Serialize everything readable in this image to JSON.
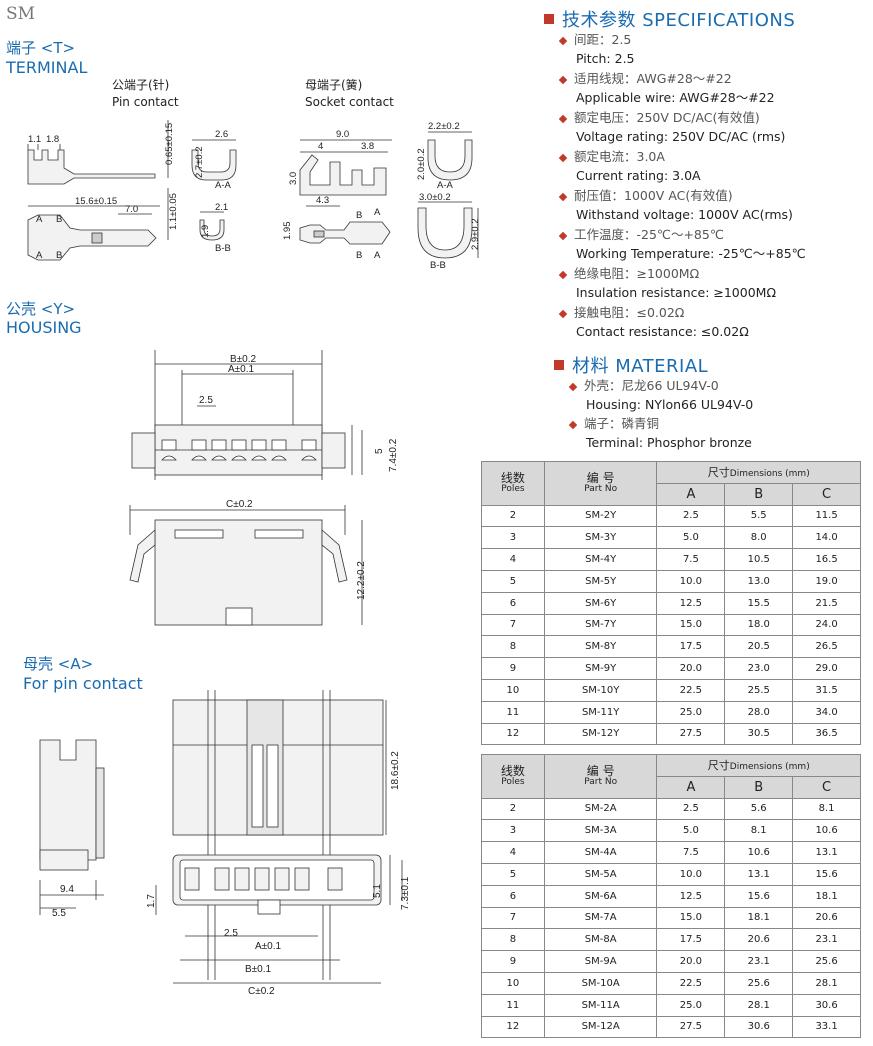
{
  "series_code": "SM",
  "terminal": {
    "title_cn": "端子 <T>",
    "title_en": "TERMINAL",
    "pin_cn": "公端子(针)",
    "pin_en": "Pin contact",
    "socket_cn": "母端子(簧)",
    "socket_en": "Socket contact",
    "dims": {
      "d1": "1.1",
      "d2": "1.8",
      "d3": "0.65±0.15",
      "d4": "15.6±0.15",
      "d5": "7.0",
      "d6": "1.1±0.05",
      "d7": "2.6",
      "d8": "2.7±0.2",
      "d9": "2.1",
      "d10": "1.9",
      "d11": "9.0",
      "d12": "4",
      "d13": "3.8",
      "d14": "3.0",
      "d15": "4.3",
      "d16": "1.95",
      "d17": "2.2±0.2",
      "d18": "2.0±0.2",
      "d19": "3.0±0.2",
      "d20": "2.9±0.2"
    },
    "sec_aa": "A-A",
    "sec_bb": "B-B",
    "mark_a": "A",
    "mark_b": "B"
  },
  "housing": {
    "title_cn": "公壳 <Y>",
    "title_en": "HOUSING",
    "dims": {
      "b": "B±0.2",
      "a": "A±0.1",
      "p": "2.5",
      "h1": "5",
      "h2": "7.4±0.2",
      "c": "C±0.2",
      "h3": "12.2±0.2"
    }
  },
  "female": {
    "title_cn": "母壳 <A>",
    "title_en": "For pin contact",
    "dims": {
      "w1": "9.4",
      "w2": "5.5",
      "h1": "18.6±0.2",
      "t": "1.7",
      "h2": "5.1",
      "h3": "7.3±0.1",
      "p": "2.5",
      "a": "A±0.1",
      "b": "B±0.1",
      "c": "C±0.2"
    }
  },
  "specs": {
    "title": "技术参数 SPECIFICATIONS",
    "items": [
      {
        "cn": "间距：2.5",
        "en": "Pitch: 2.5"
      },
      {
        "cn": "适用线规：AWG#28～#22",
        "en": "Applicable wire: AWG#28～#22"
      },
      {
        "cn": "额定电压：250V DC/AC(有效值)",
        "en": "Voltage rating: 250V DC/AC (rms)"
      },
      {
        "cn": "额定电流：3.0A",
        "en": "Current rating: 3.0A"
      },
      {
        "cn": "耐压值：1000V AC(有效值)",
        "en": "Withstand voltage: 1000V AC(rms)"
      },
      {
        "cn": "工作温度：-25℃～+85℃",
        "en": "Working Temperature: -25℃～+85℃"
      },
      {
        "cn": "绝缘电阻：≥1000MΩ",
        "en": "Insulation resistance: ≥1000MΩ"
      },
      {
        "cn": "接触电阻：≤0.02Ω",
        "en": "Contact resistance: ≤0.02Ω"
      }
    ]
  },
  "material": {
    "title": "材料 MATERIAL",
    "items": [
      {
        "cn": "外壳：尼龙66    UL94V-0",
        "en": "Housing: NYlon66  UL94V-0"
      },
      {
        "cn": "端子：磷青铜",
        "en": "Terminal:  Phosphor bronze"
      }
    ]
  },
  "table_header": {
    "poles_cn": "线数",
    "poles_en": "Poles",
    "part_cn": "编  号",
    "part_en": "Part  No",
    "dim_cn": "尺寸",
    "dim_en": "Dimensions (mm)",
    "a": "A",
    "b": "B",
    "c": "C"
  },
  "table_y": [
    [
      "2",
      "SM-2Y",
      "2.5",
      "5.5",
      "11.5"
    ],
    [
      "3",
      "SM-3Y",
      "5.0",
      "8.0",
      "14.0"
    ],
    [
      "4",
      "SM-4Y",
      "7.5",
      "10.5",
      "16.5"
    ],
    [
      "5",
      "SM-5Y",
      "10.0",
      "13.0",
      "19.0"
    ],
    [
      "6",
      "SM-6Y",
      "12.5",
      "15.5",
      "21.5"
    ],
    [
      "7",
      "SM-7Y",
      "15.0",
      "18.0",
      "24.0"
    ],
    [
      "8",
      "SM-8Y",
      "17.5",
      "20.5",
      "26.5"
    ],
    [
      "9",
      "SM-9Y",
      "20.0",
      "23.0",
      "29.0"
    ],
    [
      "10",
      "SM-10Y",
      "22.5",
      "25.5",
      "31.5"
    ],
    [
      "11",
      "SM-11Y",
      "25.0",
      "28.0",
      "34.0"
    ],
    [
      "12",
      "SM-12Y",
      "27.5",
      "30.5",
      "36.5"
    ]
  ],
  "table_a": [
    [
      "2",
      "SM-2A",
      "2.5",
      "5.6",
      "8.1"
    ],
    [
      "3",
      "SM-3A",
      "5.0",
      "8.1",
      "10.6"
    ],
    [
      "4",
      "SM-4A",
      "7.5",
      "10.6",
      "13.1"
    ],
    [
      "5",
      "SM-5A",
      "10.0",
      "13.1",
      "15.6"
    ],
    [
      "6",
      "SM-6A",
      "12.5",
      "15.6",
      "18.1"
    ],
    [
      "7",
      "SM-7A",
      "15.0",
      "18.1",
      "20.6"
    ],
    [
      "8",
      "SM-8A",
      "17.5",
      "20.6",
      "23.1"
    ],
    [
      "9",
      "SM-9A",
      "20.0",
      "23.1",
      "25.6"
    ],
    [
      "10",
      "SM-10A",
      "22.5",
      "25.6",
      "28.1"
    ],
    [
      "11",
      "SM-11A",
      "25.0",
      "28.1",
      "30.6"
    ],
    [
      "12",
      "SM-12A",
      "27.5",
      "30.6",
      "33.1"
    ]
  ],
  "colors": {
    "blue": "#1a6cb0",
    "red": "#c0392b",
    "header_gray": "#d8d8d8"
  }
}
